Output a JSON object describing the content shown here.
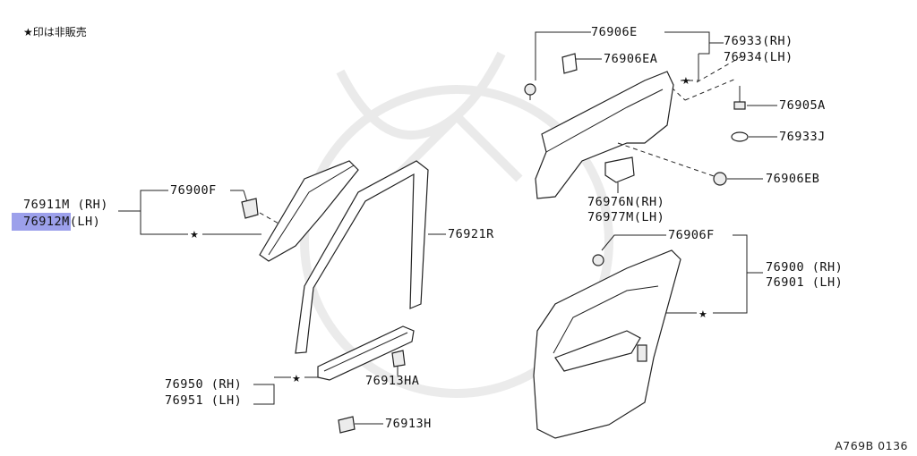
{
  "legend_note": "★印は非販売",
  "drawing_code": "A769B 0136",
  "labels": {
    "p76906E": "76906E",
    "p76906EA": "76906EA",
    "p76933": "76933(RH)",
    "p76934": "76934(LH)",
    "p76905A": "76905A",
    "p76933J": "76933J",
    "p76906EB": "76906EB",
    "p76976N": "76976N(RH)",
    "p76977M": "76977M(LH)",
    "p76911M": "76911M (RH)",
    "p76912M": "76912M(LH)",
    "p76900F": "76900F",
    "p76921R": "76921R",
    "p76906F": "76906F",
    "p76900": "76900 (RH)",
    "p76901": "76901 (LH)",
    "p76950": "76950 (RH)",
    "p76951": "76951 (LH)",
    "p76913HA": "76913HA",
    "p76913H": "76913H"
  },
  "colors": {
    "line": "#222222",
    "highlight": "#8b8fe8",
    "background": "#ffffff"
  }
}
